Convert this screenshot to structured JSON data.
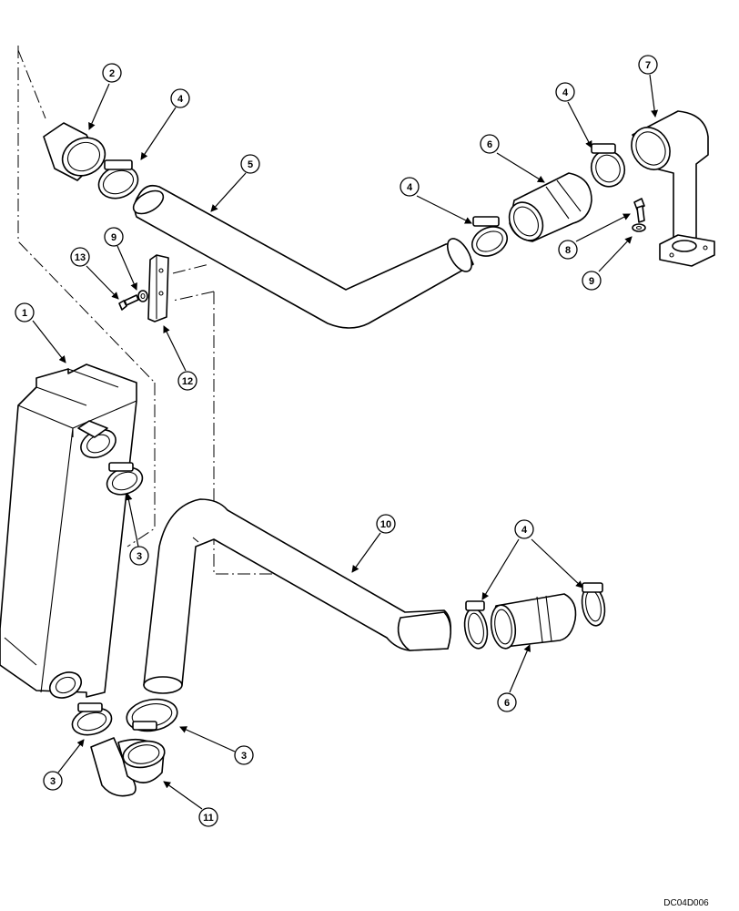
{
  "drawing_code": "DC04D006",
  "callouts": {
    "c1": "1",
    "c2": "2",
    "c3a": "3",
    "c3b": "3",
    "c3c": "3",
    "c4a": "4",
    "c4b": "4",
    "c4c": "4",
    "c4d": "4",
    "c5": "5",
    "c6a": "6",
    "c6b": "6",
    "c7": "7",
    "c8": "8",
    "c9a": "9",
    "c9b": "9",
    "c10": "10",
    "c11": "11",
    "c12": "12",
    "c13": "13"
  }
}
